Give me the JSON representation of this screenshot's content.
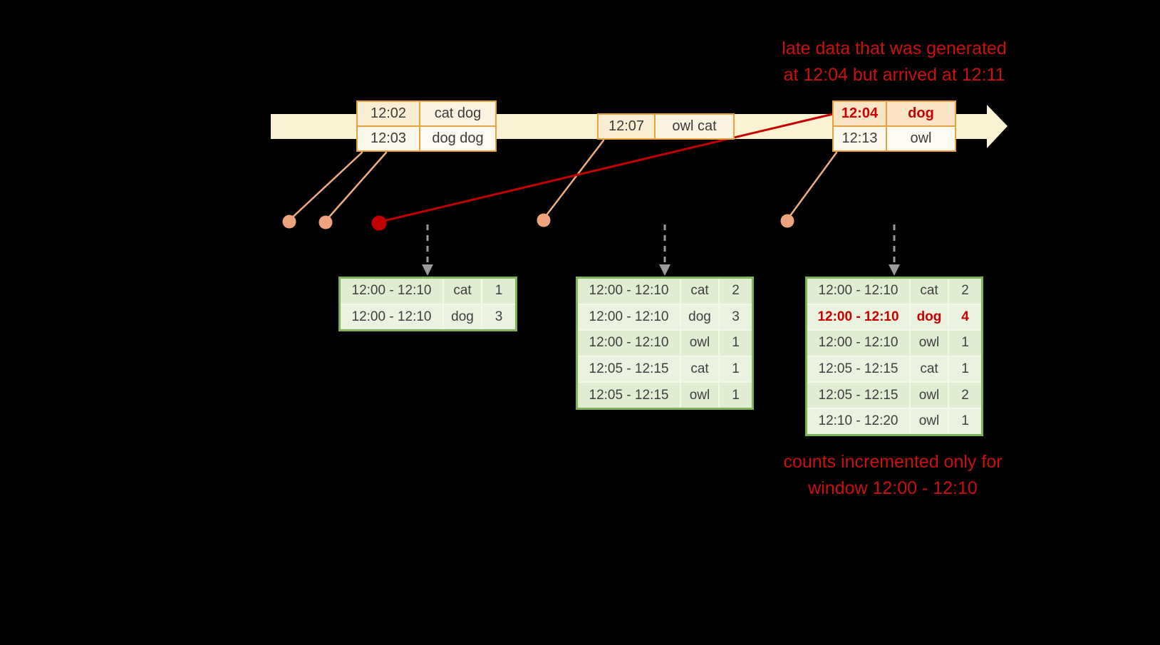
{
  "annotations": {
    "late_data_line1": "late data that was generated",
    "late_data_line2": "at 12:04 but arrived at 12:11",
    "counts_line1": "counts incremented only for",
    "counts_line2": "window 12:00 - 12:10"
  },
  "events": {
    "group1": {
      "rows": [
        {
          "time": "12:02",
          "words": "cat dog"
        },
        {
          "time": "12:03",
          "words": "dog dog"
        }
      ]
    },
    "group2": {
      "rows": [
        {
          "time": "12:07",
          "words": "owl cat"
        }
      ]
    },
    "group3": {
      "rows": [
        {
          "time": "12:04",
          "words": "dog"
        },
        {
          "time": "12:13",
          "words": "owl"
        }
      ]
    }
  },
  "results": {
    "table1": {
      "rows": [
        {
          "window": "12:00 - 12:10",
          "word": "cat",
          "count": "1"
        },
        {
          "window": "12:00 - 12:10",
          "word": "dog",
          "count": "3"
        }
      ]
    },
    "table2": {
      "rows": [
        {
          "window": "12:00 - 12:10",
          "word": "cat",
          "count": "2"
        },
        {
          "window": "12:00 - 12:10",
          "word": "dog",
          "count": "3"
        },
        {
          "window": "12:00 - 12:10",
          "word": "owl",
          "count": "1"
        },
        {
          "window": "12:05 - 12:15",
          "word": "cat",
          "count": "1"
        },
        {
          "window": "12:05 - 12:15",
          "word": "owl",
          "count": "1"
        }
      ]
    },
    "table3": {
      "rows": [
        {
          "window": "12:00 - 12:10",
          "word": "cat",
          "count": "2"
        },
        {
          "window": "12:00 - 12:10",
          "word": "dog",
          "count": "4"
        },
        {
          "window": "12:00 - 12:10",
          "word": "owl",
          "count": "1"
        },
        {
          "window": "12:05 - 12:15",
          "word": "cat",
          "count": "1"
        },
        {
          "window": "12:05 - 12:15",
          "word": "owl",
          "count": "2"
        },
        {
          "window": "12:10 - 12:20",
          "word": "owl",
          "count": "1"
        }
      ]
    }
  },
  "colors": {
    "background": "#000000",
    "timeline_fill": "#fbf1d3",
    "event_border_orange": "#e9a13b",
    "late_red": "#c90000",
    "connector_salmon": "#f1ac84",
    "result_border_green": "#7fb357",
    "trigger_arrow_gray": "#9b9b9b"
  }
}
